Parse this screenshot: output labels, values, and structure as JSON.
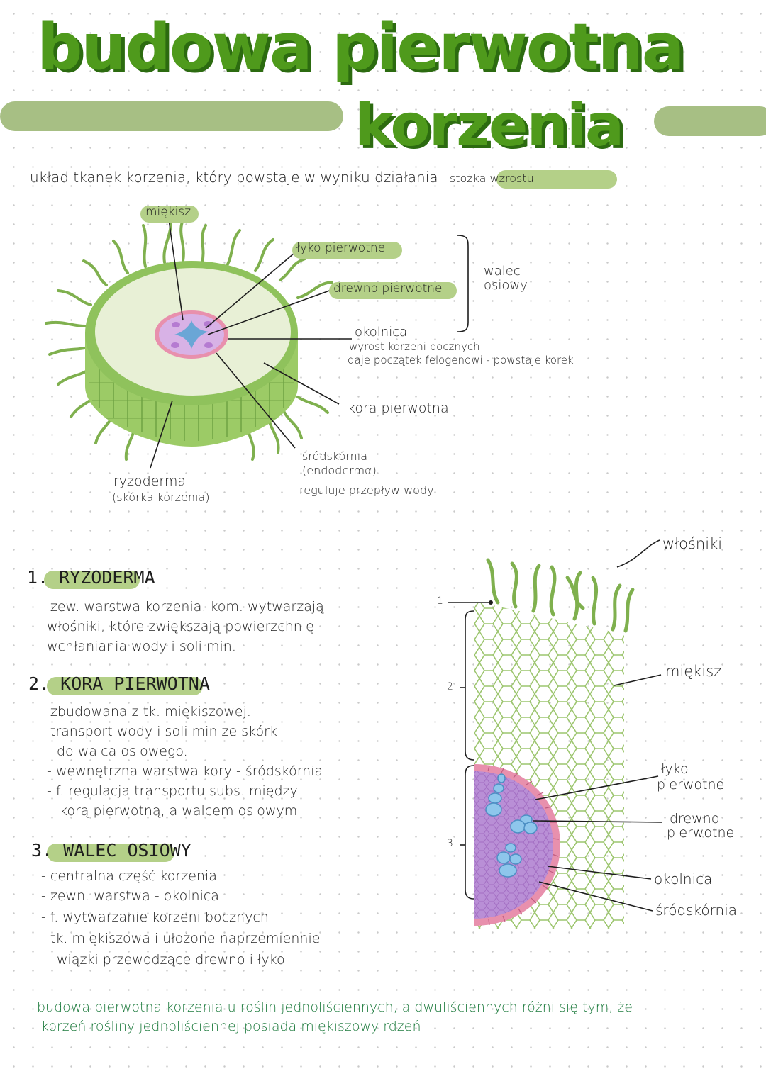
{
  "title": {
    "line1": "budowa pierwotna",
    "line2": "korzenia"
  },
  "intro": {
    "text": "układ tkanek korzenia, który powstaje w wyniku działania",
    "highlight": "stożka wzrostu"
  },
  "cross_section": {
    "labels": {
      "miekisz": "miękisz",
      "lyko": "łyko pierwotne",
      "drewno": "drewno pierwotne",
      "walec_line1": "walec",
      "walec_line2": "osiowy",
      "okolnica": "okolnica",
      "okolnica_desc1": "wyrost korzeni bocznych",
      "okolnica_desc2": "daje początek felogenowi - powstaje korek",
      "kora": "kora pierwotna",
      "srodskornia_line1": "śródskórnia",
      "srodskornia_line2": "(endodermα)",
      "srodskornia_desc": "reguluje przepływ wody",
      "ryzoderma_line1": "ryzoderma",
      "ryzoderma_line2": "(skórka korzenia)"
    }
  },
  "sections": [
    {
      "title": "1. RYZODERMA",
      "items": [
        "- zew. warstwa korzenia. kom. wytwarzają",
        "włośniki, które zwiększają powierzchnię",
        "wchłaniania wody i soli min."
      ]
    },
    {
      "title": "2. KORA PIERWOTNA",
      "items": [
        "- zbudowana z tk. miękiszowej.",
        "- transport wody i soli min ze skórki",
        "do walca osiowego.",
        "- wewnętrzna warstwa kory - śródskórnia",
        "- f. regulacja transportu subs. między",
        "korą pierwotną, a walcem osiowym"
      ]
    },
    {
      "title": "3. WALEC OSIOWY",
      "items": [
        "- centralna część korzenia",
        "- zewn. warstwa - okolnica",
        "- f. wytwarzanie korzeni bocznych",
        "- tk. miękiszowa i ułożone naprzemiennie",
        "wiązki przewodzące drewno i łyko"
      ]
    }
  ],
  "detail": {
    "labels": {
      "wlosniki": "włośniki",
      "miekisz": "miękisz",
      "lyko_line1": "łyko",
      "lyko_line2": "pierwotne",
      "drewno_line1": "drewno",
      "drewno_line2": "pierwotne",
      "okolnica": "okolnica",
      "srodskornia": "śródskórnia"
    },
    "markers": [
      "1",
      "2",
      "3"
    ]
  },
  "footer": {
    "line1": "budowa pierwotna korzenia u roślin jednoliściennych, a dwuliściennych różni się tym, że",
    "line2": "korzeń rośliny jednoliściennej posiada miękiszowy rdzeń"
  },
  "colors": {
    "title_green": "#4f9a1c",
    "title_shadow": "#2c6b10",
    "bar": "#a7bf84",
    "highlight": "#b4d088",
    "root_green": "#8fc25c",
    "root_dark": "#6fa344",
    "cortex": "#e8f0d6",
    "endodermis": "#e890ad",
    "stele": "#d8b2e6",
    "xylem": "#6aa6d6",
    "phloem": "#b57bd1",
    "footer_green": "#1c7a3c"
  }
}
